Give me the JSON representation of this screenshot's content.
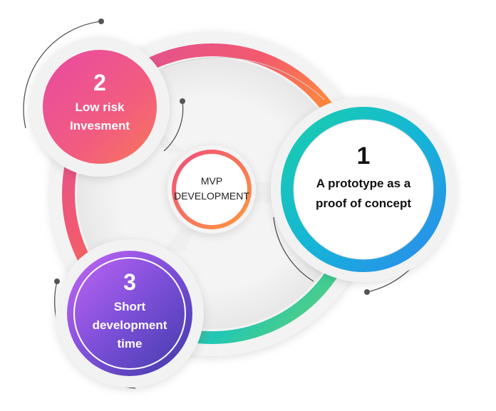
{
  "center": {
    "title_line1": "MVP",
    "title_line2": "DEVELOPMENT"
  },
  "items": [
    {
      "number": "1",
      "line1": "A prototype as a",
      "line2": "proof of concept",
      "line3": ""
    },
    {
      "number": "2",
      "line1": "Low risk",
      "line2": "Invesment",
      "line3": ""
    },
    {
      "number": "3",
      "line1": "Short",
      "line2": "development",
      "line3": "time"
    }
  ],
  "colors": {
    "item1": [
      "#10c6b9",
      "#3d8cf1"
    ],
    "item2": [
      "#f05a8c",
      "#f77a5d"
    ],
    "item3": [
      "#a05cf5",
      "#4a3fb0"
    ],
    "ring": [
      "#f14f7a",
      "#ff8a3a",
      "#1ec7b6",
      "#6fd06f",
      "#7c5cf5"
    ],
    "center_ring": [
      "#f14f7a",
      "#ff8a3a"
    ]
  }
}
